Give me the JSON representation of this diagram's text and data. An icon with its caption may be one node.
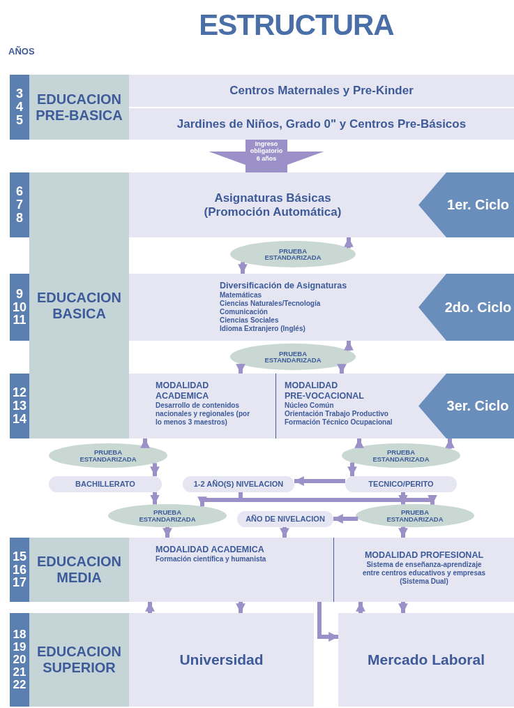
{
  "diagram": {
    "title": "ESTRUCTURA",
    "nodes": [
      {
        "text": [
          "3",
          "4",
          "5"
        ]
      },
      {
        "text": [
          "EDUCACION PRE-BASICA"
        ]
      },
      {
        "text": [
          "Centros Maternales y Pre-Kinder"
        ]
      },
      {
        "text": [
          "Jardines de Niños, Grado 0\" y Centros Pre-Básicos"
        ]
      },
      {
        "text": [
          "6",
          "7",
          "8"
        ]
      },
      {
        "text": [
          "EDUCACION BASICA"
        ]
      },
      {
        "text": [
          "Asignaturas Básicas (Promoción Automática)"
        ]
      },
      {
        "text": [
          "1er. Ciclo"
        ],
        "in": 6
      },
      {
        "text": [
          "PRUEBA ESTANDARIZADA"
        ]
      },
      {
        "text": [
          "9",
          "10",
          "11"
        ]
      },
      {
        "text": [
          "Diversificación de Asignaturas",
          "Matemáticas",
          "Ciencias Naturales/Tecnología",
          "Comunicación",
          "Ciencias Sociales",
          "Idioma Extranjero (Inglés)"
        ]
      },
      {
        "text": [
          "2do. Ciclo"
        ],
        "in": 10
      },
      {
        "text": [
          "PRUEBA ESTANDARIZADA"
        ]
      },
      {
        "text": [
          "12",
          "13",
          "14"
        ]
      },
      {
        "text": [
          "MODALIDAD ACADEMICA",
          "Desarrollo de contenidos nacionales y regionales (por lo menos 3 maestros)"
        ]
      },
      {
        "text": [
          "MODALIDAD PRE-VOCACIONAL",
          "Núcleo Común",
          "Orientación Trabajo Productivo",
          "Formación Técnico Ocupacional"
        ]
      },
      {
        "text": [
          "3er. Ciclo"
        ],
        "in": 15
      },
      {
        "text": [
          "PRUEBA ESTANDARIZADA"
        ]
      },
      {
        "text": [
          "PRUEBA ESTANDARIZADA"
        ]
      },
      {
        "text": [
          "BACHILLERATO"
        ]
      },
      {
        "text": [
          "1-2 AÑO(S) NIVELACION"
        ]
      },
      {
        "text": [
          "TECNICO/PERITO"
        ]
      },
      {
        "text": [
          "PRUEBA ESTANDARIZADA"
        ]
      },
      {
        "text": [
          "AÑO DE NIVELACION"
        ]
      },
      {
        "text": [
          "PRUEBA ESTANDARIZADA"
        ]
      },
      {
        "text": [
          "15",
          "16",
          "17"
        ]
      },
      {
        "text": [
          "EDUCACION MEDIA"
        ]
      },
      {
        "text": [
          "MODALIDAD ACADEMICA",
          "Formación científica y humanista"
        ]
      },
      {
        "text": [
          "MODALIDAD PROFESIONAL",
          "Sistema de enseñanza-aprendizaje entre centros educativos y empresas (Sistema Dual)"
        ]
      },
      {
        "text": [
          "18",
          "19",
          "20",
          "21",
          "22"
        ]
      },
      {
        "text": [
          "EDUCACION SUPERIOR"
        ]
      },
      {
        "text": [
          "Universidad"
        ]
      },
      {
        "text": [
          "Mercado Laboral"
        ]
      }
    ],
    "edges": [
      {
        "from": 3,
        "to": 6,
        "arrow": "to",
        "label": "Ingreso obligatorio 6 años",
        "style": "thick"
      },
      {
        "from": 8,
        "to": 6,
        "arrow": "to"
      },
      {
        "from": 8,
        "to": 10,
        "arrow": "to"
      },
      {
        "from": 12,
        "to": 10,
        "arrow": "to"
      },
      {
        "from": 12,
        "to": 14,
        "arrow": "to"
      },
      {
        "from": 12,
        "to": 15,
        "arrow": "to"
      },
      {
        "from": 17,
        "to": 14,
        "arrow": "to"
      },
      {
        "from": 17,
        "to": 19,
        "arrow": "to"
      },
      {
        "from": 18,
        "to": 15,
        "arrow": "to"
      },
      {
        "from": 18,
        "to": 21,
        "arrow": "to"
      },
      {
        "from": 18,
        "to": 16,
        "arrow": "to"
      },
      {
        "from": 19,
        "to": 22,
        "arrow": "to"
      },
      {
        "from": 21,
        "to": 20,
        "arrow": "to"
      },
      {
        "from": 20,
        "to": 22,
        "arrow": "to"
      },
      {
        "from": 20,
        "to": 24,
        "arrow": "to"
      },
      {
        "from": 21,
        "to": 24,
        "arrow": "to"
      },
      {
        "from": 24,
        "to": 23,
        "arrow": "to"
      },
      {
        "from": 22,
        "to": 27,
        "arrow": "to"
      },
      {
        "from": 23,
        "to": 27,
        "arrow": "to"
      },
      {
        "from": 24,
        "to": 28,
        "arrow": "to"
      },
      {
        "from": 27,
        "to": 31,
        "arrow": "to"
      },
      {
        "from": 31,
        "to": 27,
        "arrow": "to"
      },
      {
        "from": 28,
        "to": 32,
        "arrow": "to"
      },
      {
        "from": 32,
        "to": 28,
        "arrow": "to"
      },
      {
        "from": 27,
        "to": 32,
        "arrow": "to"
      }
    ],
    "labels": [
      "AÑOS"
    ]
  }
}
